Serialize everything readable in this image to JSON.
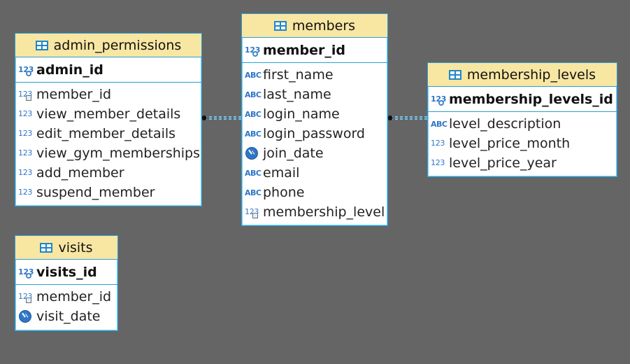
{
  "diagram": {
    "entities": [
      {
        "id": "admin_permissions",
        "title": "admin_permissions",
        "pk": {
          "label": "admin_id",
          "icon": "key-number-icon"
        },
        "fields": [
          {
            "label": "member_id",
            "icon": "fk-number-icon"
          },
          {
            "label": "view_member_details",
            "icon": "number-icon"
          },
          {
            "label": "edit_member_details",
            "icon": "number-icon"
          },
          {
            "label": "view_gym_memberships",
            "icon": "number-icon"
          },
          {
            "label": "add_member",
            "icon": "number-icon"
          },
          {
            "label": "suspend_member",
            "icon": "number-icon"
          }
        ]
      },
      {
        "id": "members",
        "title": "members",
        "pk": {
          "label": "member_id",
          "icon": "key-number-icon"
        },
        "fields": [
          {
            "label": "first_name",
            "icon": "text-icon"
          },
          {
            "label": "last_name",
            "icon": "text-icon"
          },
          {
            "label": "login_name",
            "icon": "text-icon"
          },
          {
            "label": "login_password",
            "icon": "text-icon"
          },
          {
            "label": "join_date",
            "icon": "clock-icon"
          },
          {
            "label": "email",
            "icon": "text-icon"
          },
          {
            "label": "phone",
            "icon": "text-icon"
          },
          {
            "label": "membership_level",
            "icon": "fk-number-icon"
          }
        ]
      },
      {
        "id": "membership_levels",
        "title": "membership_levels",
        "pk": {
          "label": "membership_levels_id",
          "icon": "key-number-icon"
        },
        "fields": [
          {
            "label": "level_description",
            "icon": "text-icon"
          },
          {
            "label": "level_price_month",
            "icon": "number-icon"
          },
          {
            "label": "level_price_year",
            "icon": "number-icon"
          }
        ]
      },
      {
        "id": "visits",
        "title": "visits",
        "pk": {
          "label": "visits_id",
          "icon": "key-number-icon"
        },
        "fields": [
          {
            "label": "member_id",
            "icon": "fk-number-icon"
          },
          {
            "label": "visit_date",
            "icon": "clock-icon"
          }
        ]
      }
    ],
    "relations": [
      {
        "from": "admin_permissions",
        "to": "members",
        "style": "dashed"
      },
      {
        "from": "members",
        "to": "membership_levels",
        "style": "dashed"
      }
    ],
    "colors": {
      "background": "#656565",
      "header": "#f8e6a3",
      "border": "#2a9fd6",
      "connector": "#74c6ef",
      "icon": "#2f76c9"
    }
  }
}
